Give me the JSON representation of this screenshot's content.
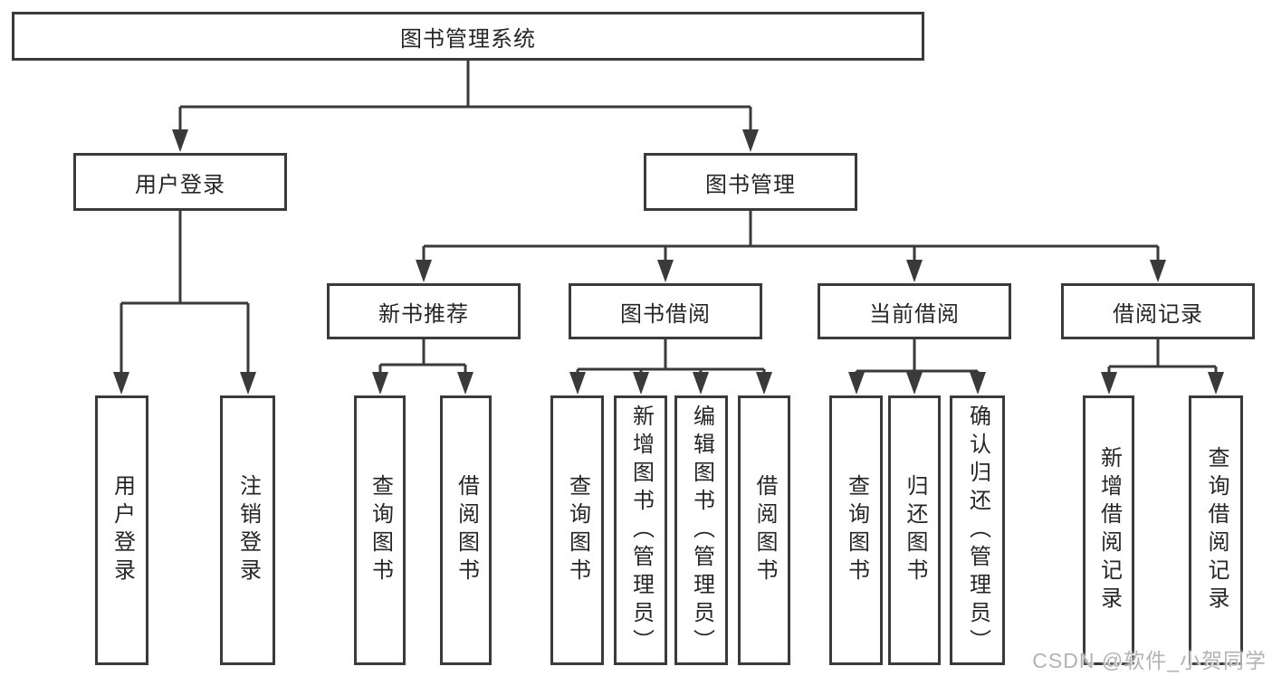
{
  "diagram_title": "图书管理系统",
  "colors": {
    "line": "#3a3a3a",
    "box_border": "#3a3a3a",
    "text": "#262626",
    "background": "#ffffff",
    "watermark_gray": "#b3b3b3"
  },
  "root": {
    "label": "图书管理系统"
  },
  "branches": [
    {
      "label": "用户登录",
      "children": [
        {
          "label": "用户登录"
        },
        {
          "label": "注销登录"
        }
      ]
    },
    {
      "label": "图书管理",
      "children": [
        {
          "label": "新书推荐",
          "children": [
            {
              "label": "查询图书"
            },
            {
              "label": "借阅图书"
            }
          ]
        },
        {
          "label": "图书借阅",
          "children": [
            {
              "label": "查询图书"
            },
            {
              "label": "新增图书（管理员）"
            },
            {
              "label": "编辑图书（管理员）"
            },
            {
              "label": "借阅图书"
            }
          ]
        },
        {
          "label": "当前借阅",
          "children": [
            {
              "label": "查询图书"
            },
            {
              "label": "归还图书"
            },
            {
              "label": "确认归还（管理员）"
            }
          ]
        },
        {
          "label": "借阅记录",
          "children": [
            {
              "label": "新增借阅记录"
            },
            {
              "label": "查询借阅记录"
            }
          ]
        }
      ]
    }
  ],
  "watermark": "CSDN @软件_小贺同学"
}
